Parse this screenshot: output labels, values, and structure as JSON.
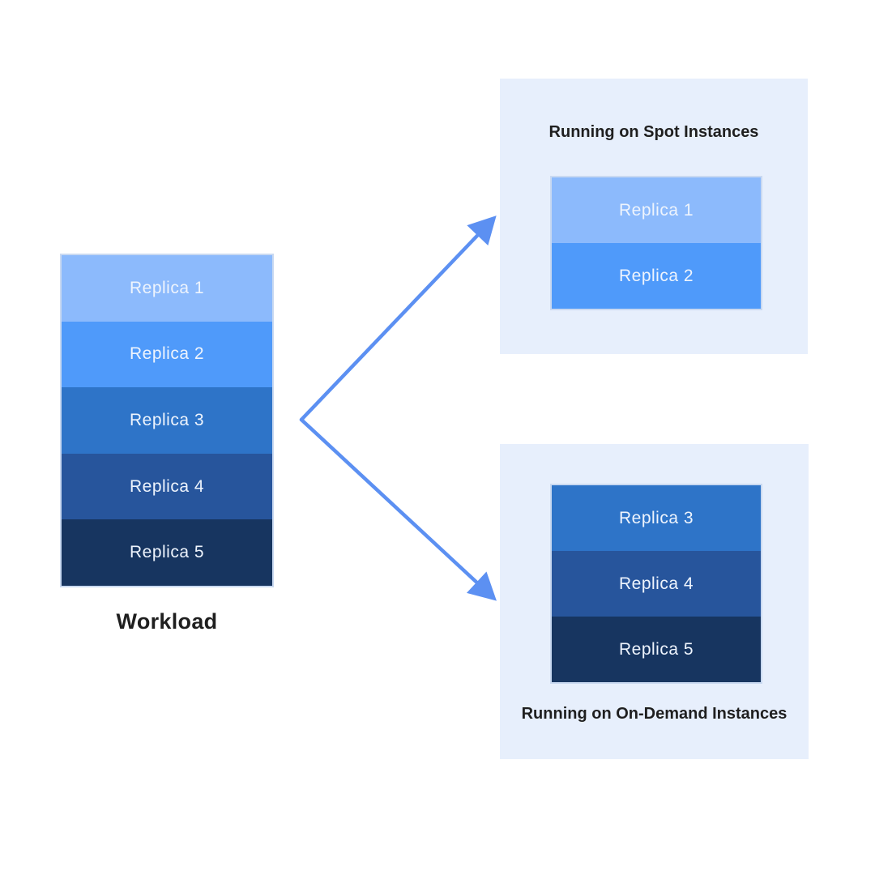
{
  "colors": {
    "background": "#ffffff",
    "panel_bg": "#e7effc",
    "arrow": "#5c90f2",
    "group_border": "#c9d9f1",
    "heading_text": "#1f1f1f",
    "replica_text": "#eef4fd"
  },
  "workload": {
    "label": "Workload",
    "replicas": [
      {
        "label": "Replica 1",
        "color": "#8cbafc"
      },
      {
        "label": "Replica 2",
        "color": "#4f9afa"
      },
      {
        "label": "Replica 3",
        "color": "#2e74c8"
      },
      {
        "label": "Replica 4",
        "color": "#27559c"
      },
      {
        "label": "Replica 5",
        "color": "#173560"
      }
    ]
  },
  "spot_panel": {
    "title": "Running on Spot Instances",
    "replicas": [
      {
        "label": "Replica 1",
        "color": "#8cbafc"
      },
      {
        "label": "Replica 2",
        "color": "#4f9afa"
      }
    ]
  },
  "ondemand_panel": {
    "title": "Running on On-Demand Instances",
    "replicas": [
      {
        "label": "Replica 3",
        "color": "#2e74c8"
      },
      {
        "label": "Replica 4",
        "color": "#27559c"
      },
      {
        "label": "Replica 5",
        "color": "#173560"
      }
    ]
  }
}
